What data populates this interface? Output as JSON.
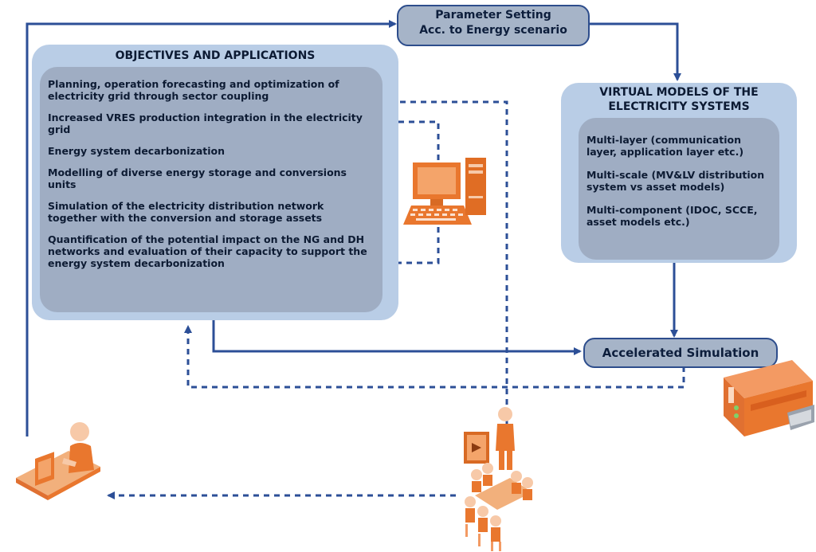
{
  "header_pill": {
    "line1": "Parameter Setting",
    "line2": "Acc. to Energy scenario"
  },
  "objectives": {
    "title": "OBJECTIVES AND APPLICATIONS",
    "items": [
      "Planning, operation forecasting and optimization of electricity grid through sector coupling",
      "Increased VRES production integration in the electricity grid",
      "Energy system decarbonization",
      "Modelling of diverse energy storage and conversions units",
      "Simulation of the electricity distribution network together with the conversion and storage assets",
      "Quantification of the potential impact on the NG and DH networks and evaluation of their capacity to support the energy system decarbonization"
    ]
  },
  "virtual_models": {
    "title_line1": "VIRTUAL MODELS OF THE",
    "title_line2": "ELECTRICITY SYSTEMS",
    "items": [
      "Multi-layer (communication layer, application layer etc.)",
      "Multi-scale (MV&LV distribution system vs asset models)",
      "Multi-component (IDOC, SCCE, asset models etc.)"
    ]
  },
  "simulation_pill": {
    "label": "Accelerated Simulation"
  },
  "colors": {
    "arrow": "#2c4f97",
    "panel_outer": "#b9cde6",
    "panel_inner": "#9fadc3",
    "icon_orange": "#e9772e",
    "icon_light": "#f7c9a8"
  }
}
